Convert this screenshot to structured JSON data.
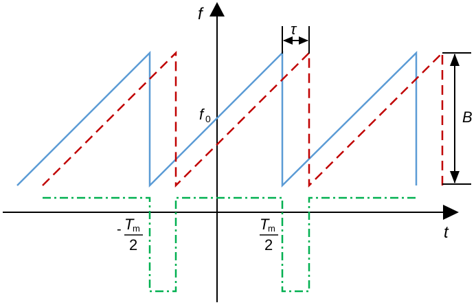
{
  "labels": {
    "y_axis": "f",
    "x_axis": "t",
    "f0_main": "f",
    "f0_sub": "0",
    "tau": "τ",
    "bandwidth": "B",
    "neg_half_period_sign": "-",
    "neg_half_period_num": "T",
    "neg_half_period_sub": "m",
    "neg_half_period_den": "2",
    "half_period_num": "T",
    "half_period_sub": "m",
    "half_period_den": "2"
  },
  "colors": {
    "transmitted": "#5b9bd5",
    "received": "#c00000",
    "beat": "#00b050",
    "axis": "#000000"
  }
}
